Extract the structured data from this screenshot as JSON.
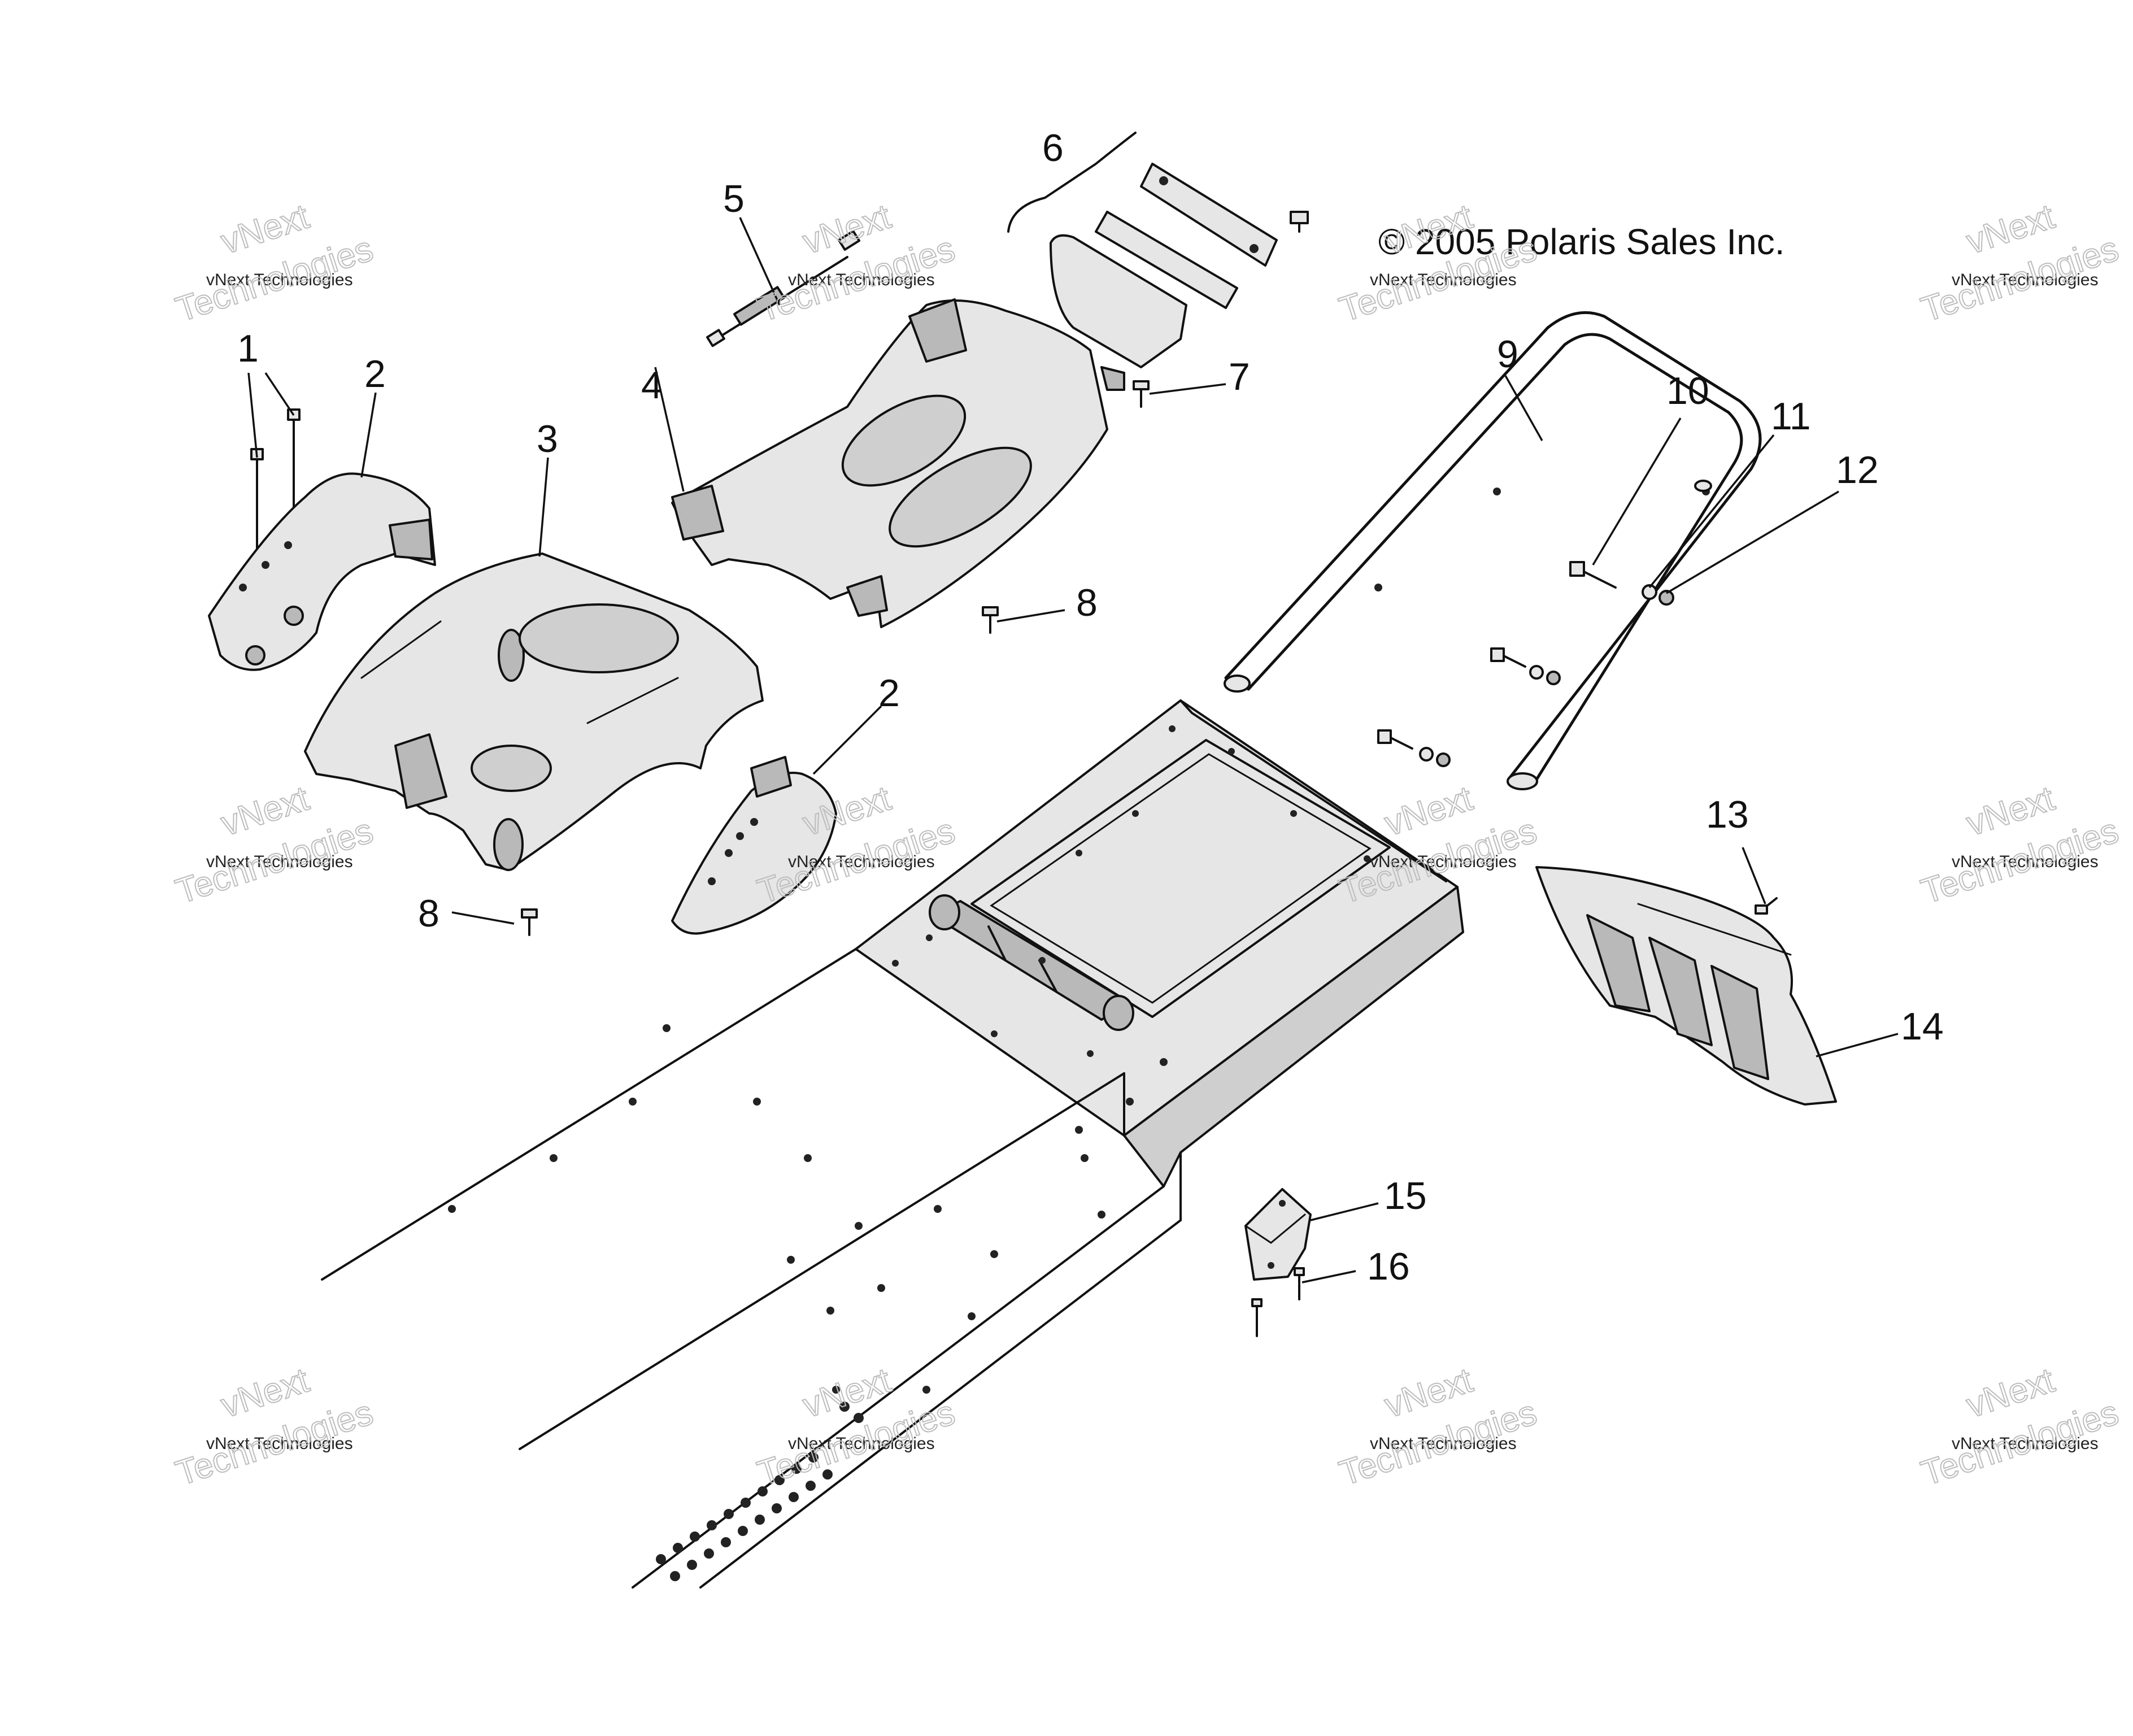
{
  "copyright": "© 2005 Polaris Sales Inc.",
  "watermark": {
    "line1": "vNext",
    "line2": "vNext Technologies",
    "line3": "Technologies"
  },
  "callouts": [
    {
      "id": "1",
      "label": "1"
    },
    {
      "id": "2a",
      "label": "2"
    },
    {
      "id": "2b",
      "label": "2"
    },
    {
      "id": "3",
      "label": "3"
    },
    {
      "id": "4",
      "label": "4"
    },
    {
      "id": "5",
      "label": "5"
    },
    {
      "id": "6",
      "label": "6"
    },
    {
      "id": "7",
      "label": "7"
    },
    {
      "id": "8a",
      "label": "8"
    },
    {
      "id": "8b",
      "label": "8"
    },
    {
      "id": "9",
      "label": "9"
    },
    {
      "id": "10",
      "label": "10"
    },
    {
      "id": "11",
      "label": "11"
    },
    {
      "id": "12",
      "label": "12"
    },
    {
      "id": "13",
      "label": "13"
    },
    {
      "id": "14",
      "label": "14"
    },
    {
      "id": "15",
      "label": "15"
    },
    {
      "id": "16",
      "label": "16"
    }
  ]
}
